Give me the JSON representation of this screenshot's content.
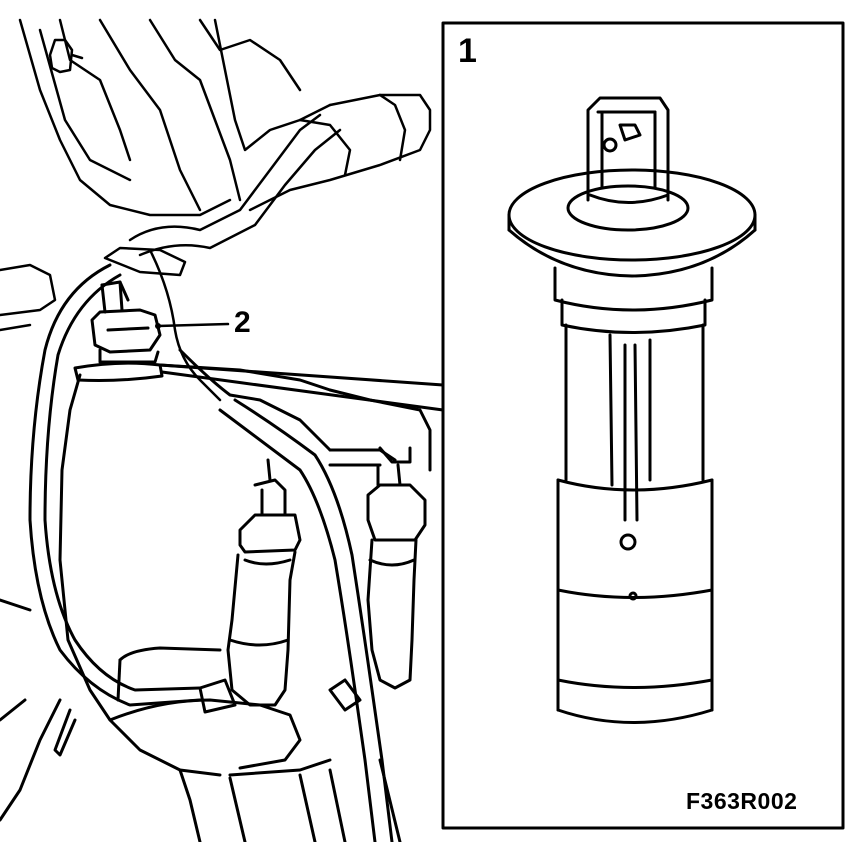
{
  "figure": {
    "inset_callout": "1",
    "part_callout": "2",
    "figure_code": "F363R002"
  },
  "colors": {
    "line": "#000000",
    "background": "#ffffff"
  }
}
